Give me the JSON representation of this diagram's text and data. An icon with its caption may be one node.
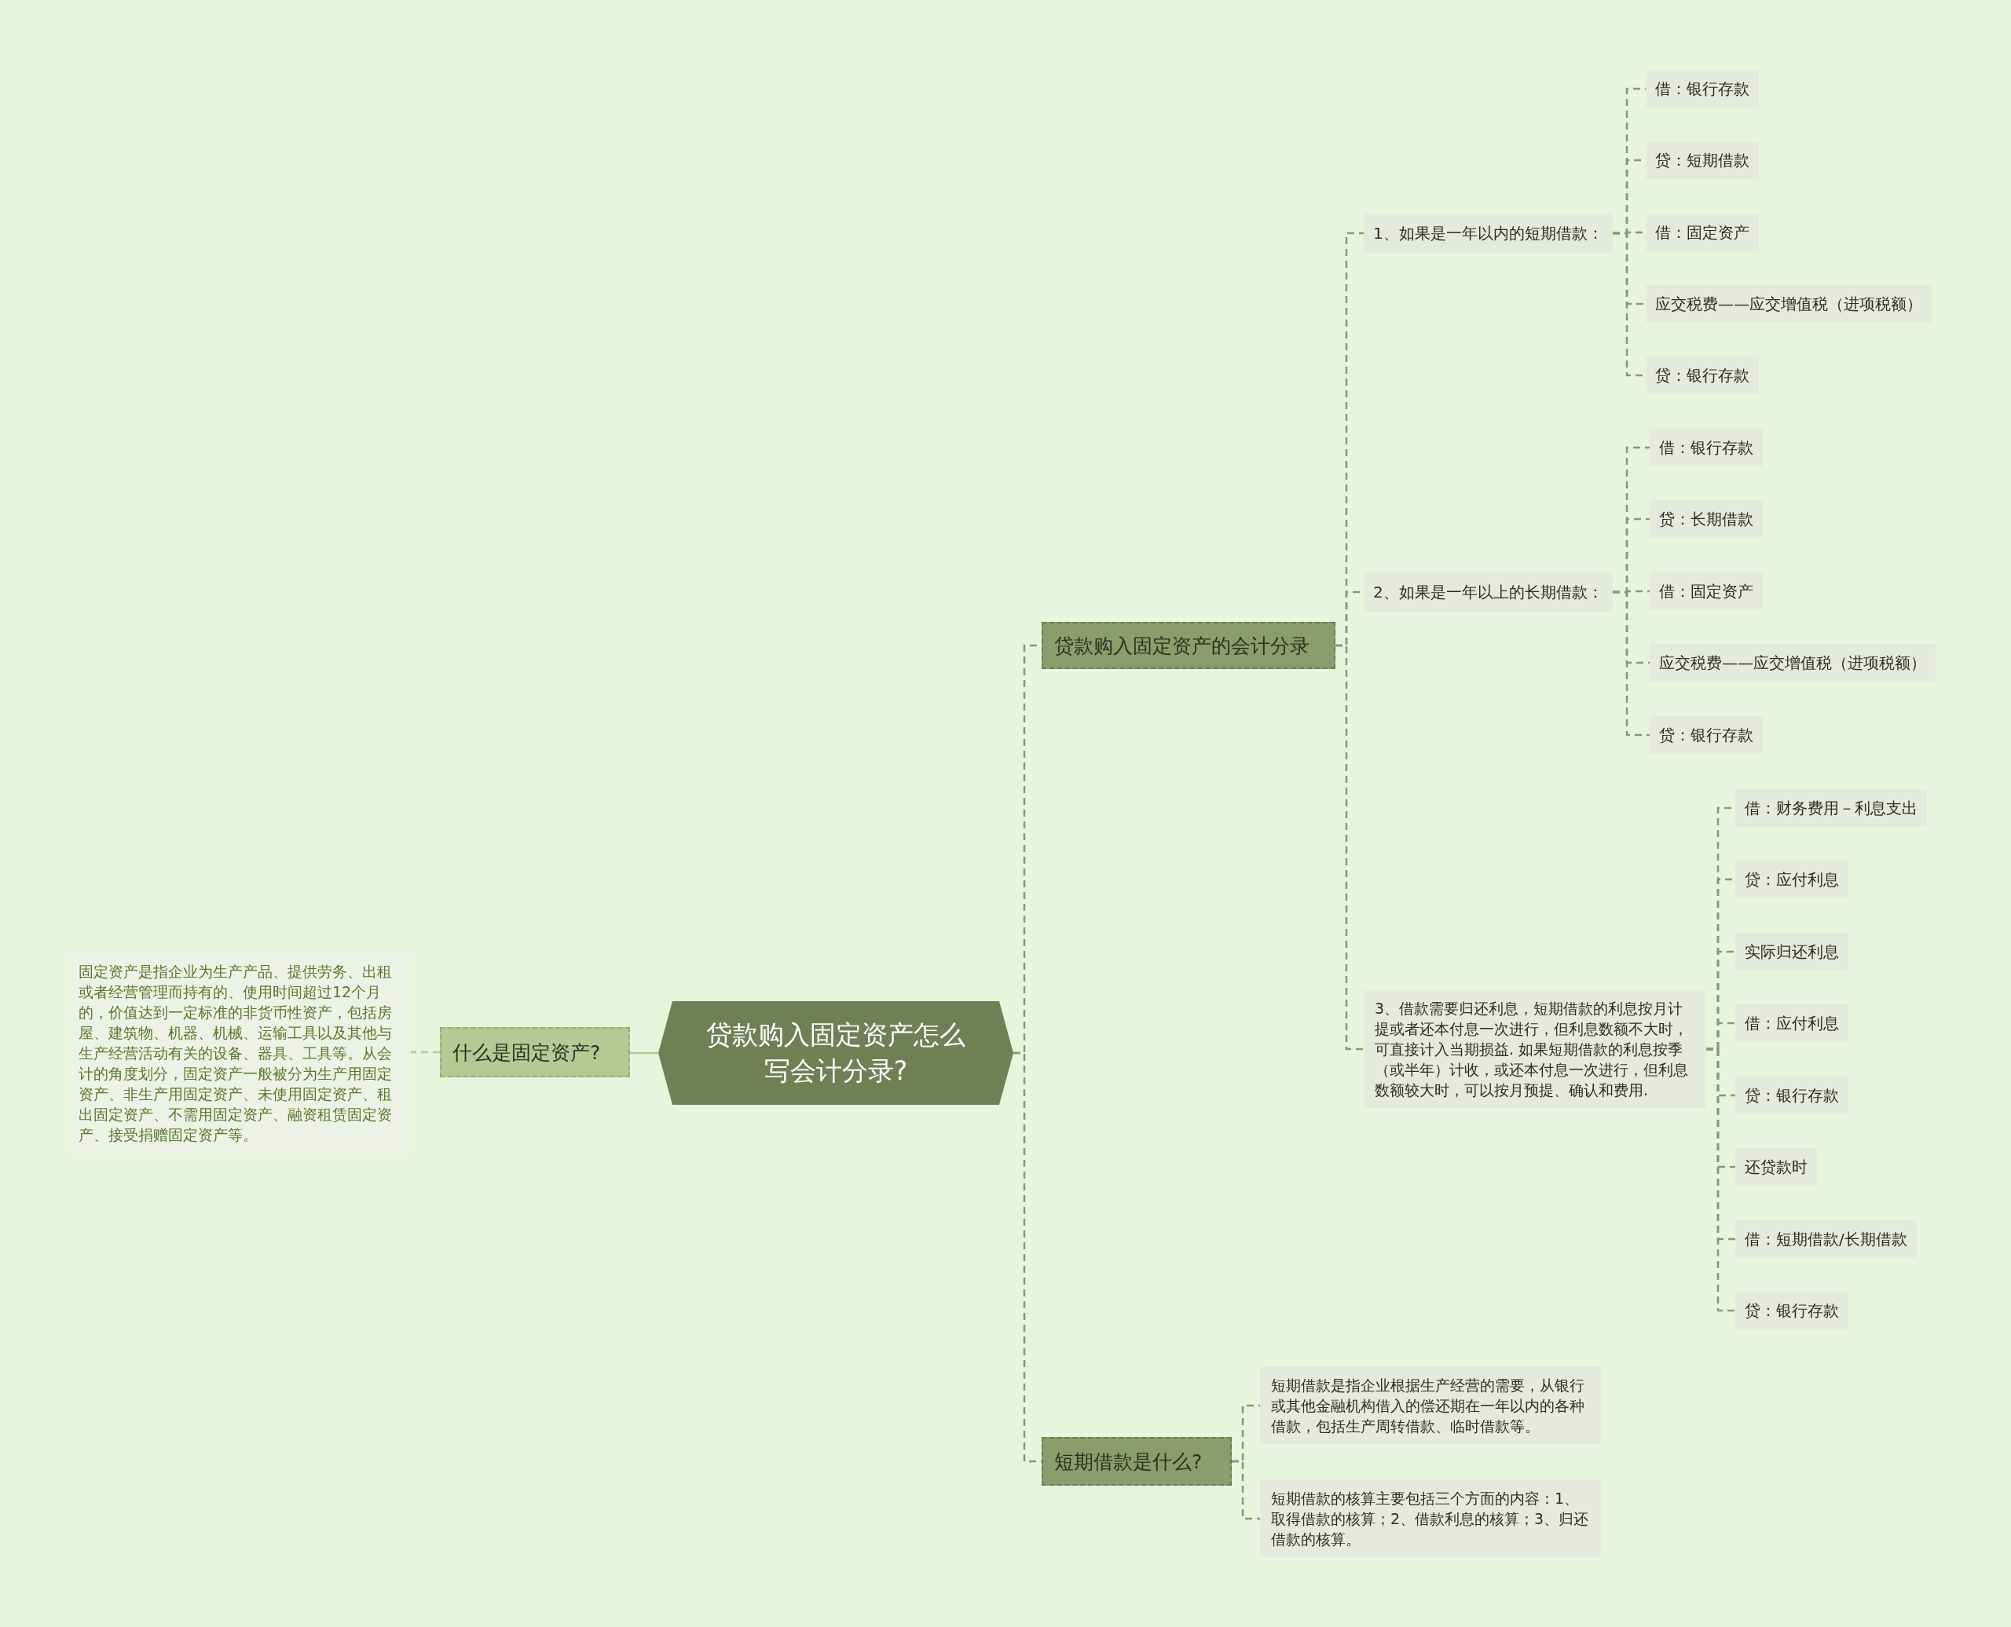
{
  "diagram": {
    "nodes": [
      {
        "text": [
          "贷款购入固定资产怎么写会计分录?"
        ]
      },
      {
        "text": [
          "什么是固定资产?"
        ]
      },
      {
        "text": [
          "固定资产是指企业为生产产品、提供劳务、出租或者经营管理而持有的、使用时间超过12个月的，价值达到一定标准的非货币性资产，包括房屋、建筑物、机器、机械、运输工具以及其他与生产经营活动有关的设备、器具、工具等。从会计的角度划分，固定资产一般被分为生产用固定资产、非生产用固定资产、未使用固定资产、租出固定资产、不需用固定资产、融资租赁固定资产、接受捐赠固定资产等。"
        ]
      },
      {
        "text": [
          "贷款购入固定资产的会计分录"
        ]
      },
      {
        "text": [
          "1、如果是一年以内的短期借款："
        ]
      },
      {
        "text": [
          "借：银行存款"
        ]
      },
      {
        "text": [
          "贷：短期借款"
        ]
      },
      {
        "text": [
          "借：固定资产"
        ]
      },
      {
        "text": [
          "应交税费——应交增值税（进项税额）"
        ]
      },
      {
        "text": [
          "贷：银行存款"
        ]
      },
      {
        "text": [
          "2、如果是一年以上的长期借款："
        ]
      },
      {
        "text": [
          "借：银行存款"
        ]
      },
      {
        "text": [
          "贷：长期借款"
        ]
      },
      {
        "text": [
          "借：固定资产"
        ]
      },
      {
        "text": [
          "应交税费——应交增值税（进项税额）"
        ]
      },
      {
        "text": [
          "贷：银行存款"
        ]
      },
      {
        "text": [
          "3、借款需要归还利息，短期借款的利息按月计提或者还本付息一次进行，但利息数额不大时，可直接计入当期损益. 如果短期借款的利息按季（或半年）计收，或还本付息一次进行，但利息数额较大时，可以按月预提、确认和费用."
        ]
      },
      {
        "text": [
          "借：财务费用－利息支出"
        ]
      },
      {
        "text": [
          "贷：应付利息"
        ]
      },
      {
        "text": [
          "实际归还利息"
        ]
      },
      {
        "text": [
          "借：应付利息"
        ]
      },
      {
        "text": [
          "贷：银行存款"
        ]
      },
      {
        "text": [
          "还贷款时"
        ]
      },
      {
        "text": [
          "借：短期借款/长期借款"
        ]
      },
      {
        "text": [
          "贷：银行存款"
        ]
      },
      {
        "text": [
          "短期借款是什么?"
        ]
      },
      {
        "text": [
          "短期借款是指企业根据生产经营的需要，从银行或其他金融机构借入的偿还期在一年以内的各种借款，包括生产周转借款、临时借款等。"
        ]
      },
      {
        "text": [
          "短期借款的核算主要包括三个方面的内容：1、取得借款的核算；2、借款利息的核算；3、归还借款的核算。"
        ]
      }
    ],
    "edges": [
      {
        "from": 0,
        "to": 1,
        "arrow": "none",
        "color": "#b3c895"
      },
      {
        "from": 1,
        "to": 2,
        "arrow": "none",
        "style": "dashed",
        "color": "#b3c895"
      },
      {
        "from": 0,
        "to": 3,
        "arrow": "none",
        "style": "dashed"
      },
      {
        "from": 0,
        "to": 25,
        "arrow": "none",
        "style": "dashed"
      },
      {
        "from": 3,
        "to": 4,
        "arrow": "none",
        "style": "dashed"
      },
      {
        "from": 3,
        "to": 10,
        "arrow": "none",
        "style": "dashed"
      },
      {
        "from": 3,
        "to": 16,
        "arrow": "none",
        "style": "dashed"
      },
      {
        "from": 4,
        "to": 5,
        "arrow": "none",
        "style": "dashed"
      },
      {
        "from": 4,
        "to": 6,
        "arrow": "none",
        "style": "dashed"
      },
      {
        "from": 4,
        "to": 7,
        "arrow": "none",
        "style": "dashed"
      },
      {
        "from": 4,
        "to": 8,
        "arrow": "none",
        "style": "dashed"
      },
      {
        "from": 4,
        "to": 9,
        "arrow": "none",
        "style": "dashed"
      },
      {
        "from": 10,
        "to": 11,
        "arrow": "none",
        "style": "dashed"
      },
      {
        "from": 10,
        "to": 12,
        "arrow": "none",
        "style": "dashed"
      },
      {
        "from": 10,
        "to": 13,
        "arrow": "none",
        "style": "dashed"
      },
      {
        "from": 10,
        "to": 14,
        "arrow": "none",
        "style": "dashed"
      },
      {
        "from": 10,
        "to": 15,
        "arrow": "none",
        "style": "dashed"
      },
      {
        "from": 16,
        "to": 17,
        "arrow": "none",
        "style": "dashed"
      },
      {
        "from": 16,
        "to": 18,
        "arrow": "none",
        "style": "dashed"
      },
      {
        "from": 16,
        "to": 19,
        "arrow": "none",
        "style": "dashed"
      },
      {
        "from": 16,
        "to": 20,
        "arrow": "none",
        "style": "dashed"
      },
      {
        "from": 16,
        "to": 21,
        "arrow": "none",
        "style": "dashed"
      },
      {
        "from": 16,
        "to": 22,
        "arrow": "none",
        "style": "dashed"
      },
      {
        "from": 16,
        "to": 23,
        "arrow": "none",
        "style": "dashed"
      },
      {
        "from": 16,
        "to": 24,
        "arrow": "none",
        "style": "dashed"
      },
      {
        "from": 25,
        "to": 26,
        "arrow": "none",
        "style": "dashed"
      },
      {
        "from": 25,
        "to": 27,
        "arrow": "none",
        "style": "dashed"
      }
    ]
  }
}
